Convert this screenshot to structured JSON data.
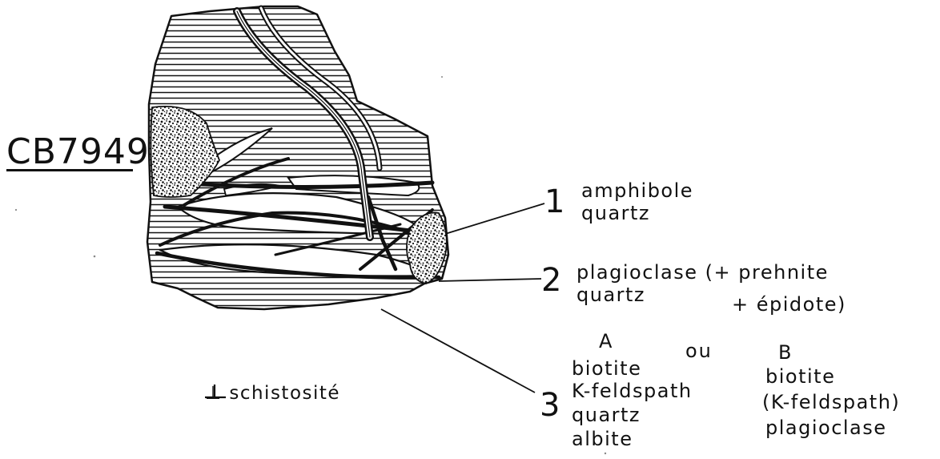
{
  "sample": {
    "id": "CB7949"
  },
  "orientation_note": "⊥ schistosité",
  "veins": [
    {
      "number": "1",
      "minerals": [
        "amphibole",
        "quartz"
      ]
    },
    {
      "number": "2",
      "minerals": [
        "plagioclase (+ prehnite",
        "quartz"
      ],
      "extra": "+ épidote)"
    },
    {
      "number": "3",
      "variant_a": {
        "label": "A",
        "minerals": [
          "biotite",
          "K-feldspath",
          "quartz",
          "albite"
        ]
      },
      "separator": "ou",
      "variant_b": {
        "label": "B",
        "minerals": [
          "biotite",
          "(K-feldspath)",
          "plagioclase"
        ]
      }
    }
  ],
  "colors": {
    "ink": "#111111",
    "paper": "#ffffff"
  }
}
